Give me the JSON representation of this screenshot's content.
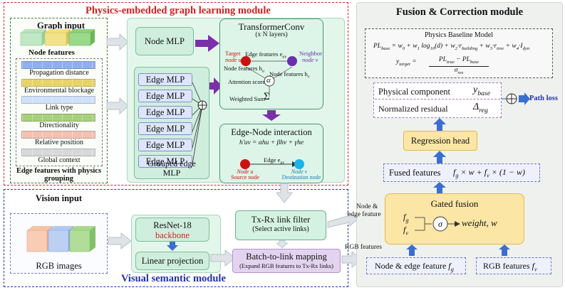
{
  "physics_module": {
    "title": "Physics-embedded graph learning module",
    "graph_input": {
      "title": "Graph input",
      "node_features": "Node features",
      "edge_features": [
        {
          "label": "Propagation distance",
          "color": "#8fb0ee"
        },
        {
          "label": "Environmental blockage",
          "color": "#e8d36a"
        },
        {
          "label": "Link type",
          "color": "#cfe0f8"
        },
        {
          "label": "Directionality",
          "color": "#a6d07a"
        },
        {
          "label": "Relative position",
          "color": "#f2c1b2"
        },
        {
          "label": "Global context",
          "color": "#d8d8d8"
        }
      ],
      "edge_caption_line1": "Edge features with physics",
      "edge_caption_line2": "grouping"
    },
    "node_mlp": "Node MLP",
    "edge_mlps": [
      "Edge MLP",
      "Edge MLP",
      "Edge MLP",
      "Edge MLP",
      "Edge MLP",
      "Edge MLP"
    ],
    "grouped_edge_mlp_line1": "Grouped edge",
    "grouped_edge_mlp_line2": "MLP",
    "transformer": {
      "title": "TransformerConv",
      "subtitle": "(x N layers)",
      "target_node_line1": "Target",
      "target_node_line2": "node u",
      "neighbor_node_line1": "Neighbor",
      "neighbor_node_line2": "node v",
      "edge_features": "Edge features e",
      "edge_features_sub": "uv",
      "node_features_u": "Node features h",
      "node_features_u_sub": "u",
      "node_features_v": "Node features h",
      "node_features_v_sub": "v",
      "attention_score": "Attention score",
      "alpha": "α",
      "weighted_sum": "Weighted Sum",
      "sigma": "Σ"
    },
    "edge_node": {
      "title": "Edge-Node interaction",
      "formula": "h'uv = αhu + βhv + γhe",
      "edge_label": "Edge e",
      "edge_label_sub": "uv",
      "source_line1": "Node u",
      "source_line2": "Source node",
      "dest_line1": "Node v",
      "dest_line2": "Destination node"
    }
  },
  "vision_module": {
    "title": "Visual semantic module",
    "vision_input": "Vision input",
    "rgb_images": "RGB images",
    "resnet": "ResNet-18",
    "backbone": "backbone",
    "linear_projection": "Linear projection",
    "txrx_title": "Tx-Rx link filter",
    "txrx_sub": "(Select active links)",
    "batch_title": "Batch-to-link mapping",
    "batch_sub": "(Expand RGB features to Tx-Rx links)"
  },
  "fusion_module": {
    "title": "Fusion & Correction module",
    "baseline_title": "Physics Baseline Model",
    "physical_component": "Physical component",
    "y_base": "y",
    "y_base_sub": "base",
    "normalized_residual": "Normalized residual",
    "delta": "Δ",
    "delta_sub": "reg",
    "path_loss": "Path loss",
    "regression_head": "Regression head",
    "fused_features": "Fused features",
    "gated_fusion": "Gated fusion",
    "weight_w": "weight, w",
    "node_edge_feature_label_line1": "Node &",
    "node_edge_feature_label_line2": "edge feature",
    "rgb_features_label": "RGB features",
    "node_edge_feature_box": "Node & edge feature",
    "rgb_features_box": "RGB features"
  },
  "colors": {
    "red": "#d22222",
    "blue": "#2233aa",
    "purple": "#7b2fa8",
    "node_red": "#cc1111",
    "node_purple": "#6a2fb0",
    "node_cyan": "#1ab4e8",
    "arrow_blue": "#3a6fd0"
  }
}
